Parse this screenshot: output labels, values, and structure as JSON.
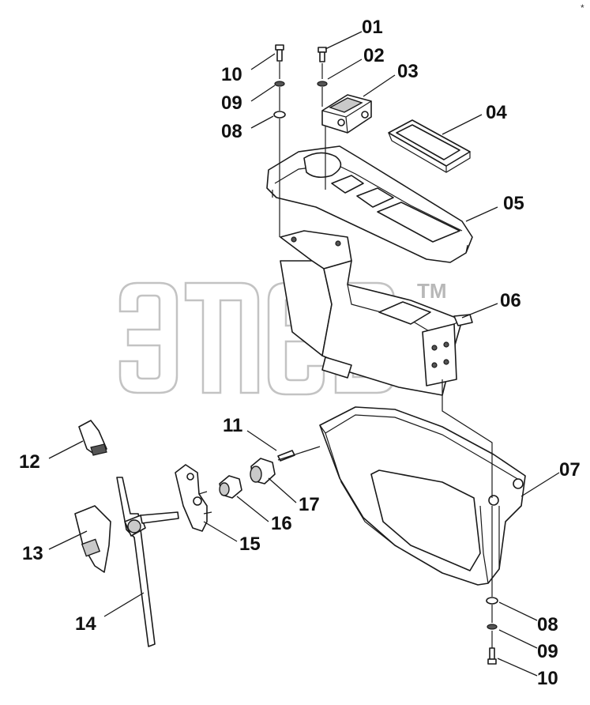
{
  "labels": {
    "p01": "01",
    "p02": "02",
    "p03": "03",
    "p04": "04",
    "p05": "05",
    "p06": "06",
    "p07": "07",
    "p08_top": "08",
    "p09_top": "09",
    "p10_top": "10",
    "p08_bottom": "08",
    "p09_bottom": "09",
    "p10_bottom": "10",
    "p11": "11",
    "p12": "12",
    "p13": "13",
    "p14": "14",
    "p15": "15",
    "p16": "16",
    "p17": "17"
  },
  "watermark": {
    "trademark": "TM"
  },
  "corner_mark": "*",
  "colors": {
    "ink": "#1a1a1a",
    "watermark": "#b8b8b8",
    "background": "#ffffff"
  }
}
